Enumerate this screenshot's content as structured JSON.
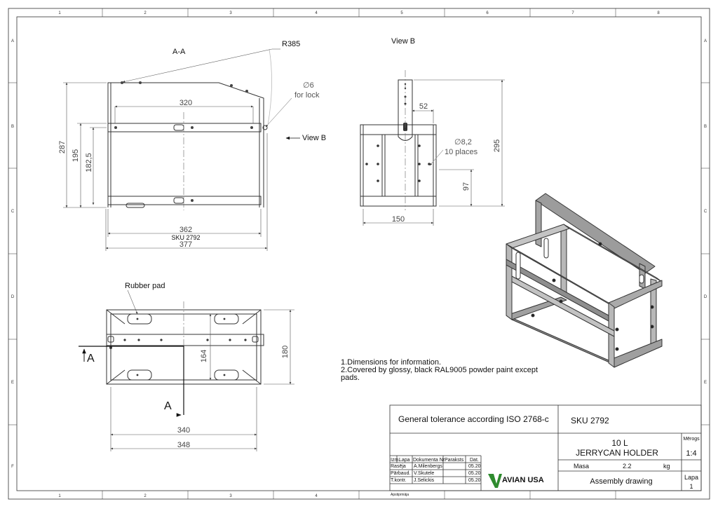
{
  "border": {
    "cols": [
      "1",
      "2",
      "3",
      "4",
      "5",
      "6",
      "7",
      "8"
    ],
    "rows": [
      "A",
      "B",
      "C",
      "D",
      "E",
      "F"
    ]
  },
  "section_aa": {
    "title": "A-A",
    "radius": "R385",
    "lock_label": "∅6",
    "lock_label2": "for lock",
    "view_arrow": "View B",
    "dims": {
      "w320": "320",
      "w362": "362",
      "w377": "377",
      "h287": "287",
      "h195": "195",
      "h182": "182,5"
    },
    "sku": "SKU 2792"
  },
  "view_b": {
    "title": "View B",
    "dims": {
      "d52": "52",
      "d295": "295",
      "d97": "97",
      "d150": "150"
    },
    "hole_label": "∅8,2",
    "hole_label2": "10 places"
  },
  "plan": {
    "rubber_label": "Rubber pad",
    "cut_label_left": "A",
    "cut_label_bottom": "A",
    "dims": {
      "d164": "164",
      "d180": "180",
      "d340": "340",
      "d348": "348"
    }
  },
  "notes": {
    "line1": "1.Dimensions for information.",
    "line2": "2.Covered by glossy, black RAL9005 powder paint except",
    "line3": "pads."
  },
  "title_block": {
    "tolerance": "General tolerance according ISO 2768-c",
    "sku": "SKU 2792",
    "scale_label": "Mērogs",
    "scale": "1:4",
    "product_line1": "10 L",
    "product_line2": "JERRYCAN HOLDER",
    "mass_label": "Masa",
    "mass_value": "2.2",
    "mass_unit": "kg",
    "drawing_type": "Assembly drawing",
    "sheet_label": "Lapa",
    "sheet": "1",
    "headers": [
      "Izm.",
      "Lapa",
      "Dokumenta Nr.",
      "Paraksts",
      "Dat."
    ],
    "rows": [
      {
        "role": "Rasēja",
        "name": "A.Milenbergs",
        "date": "05.20"
      },
      {
        "role": "Pārbaud.",
        "name": "V.Skutele",
        "date": "05.20"
      },
      {
        "role": "T.kontr.",
        "name": "J.Selickis",
        "date": "05.20"
      }
    ],
    "approved": "Apstiprināja",
    "logo_text": "AVIAN USA"
  }
}
